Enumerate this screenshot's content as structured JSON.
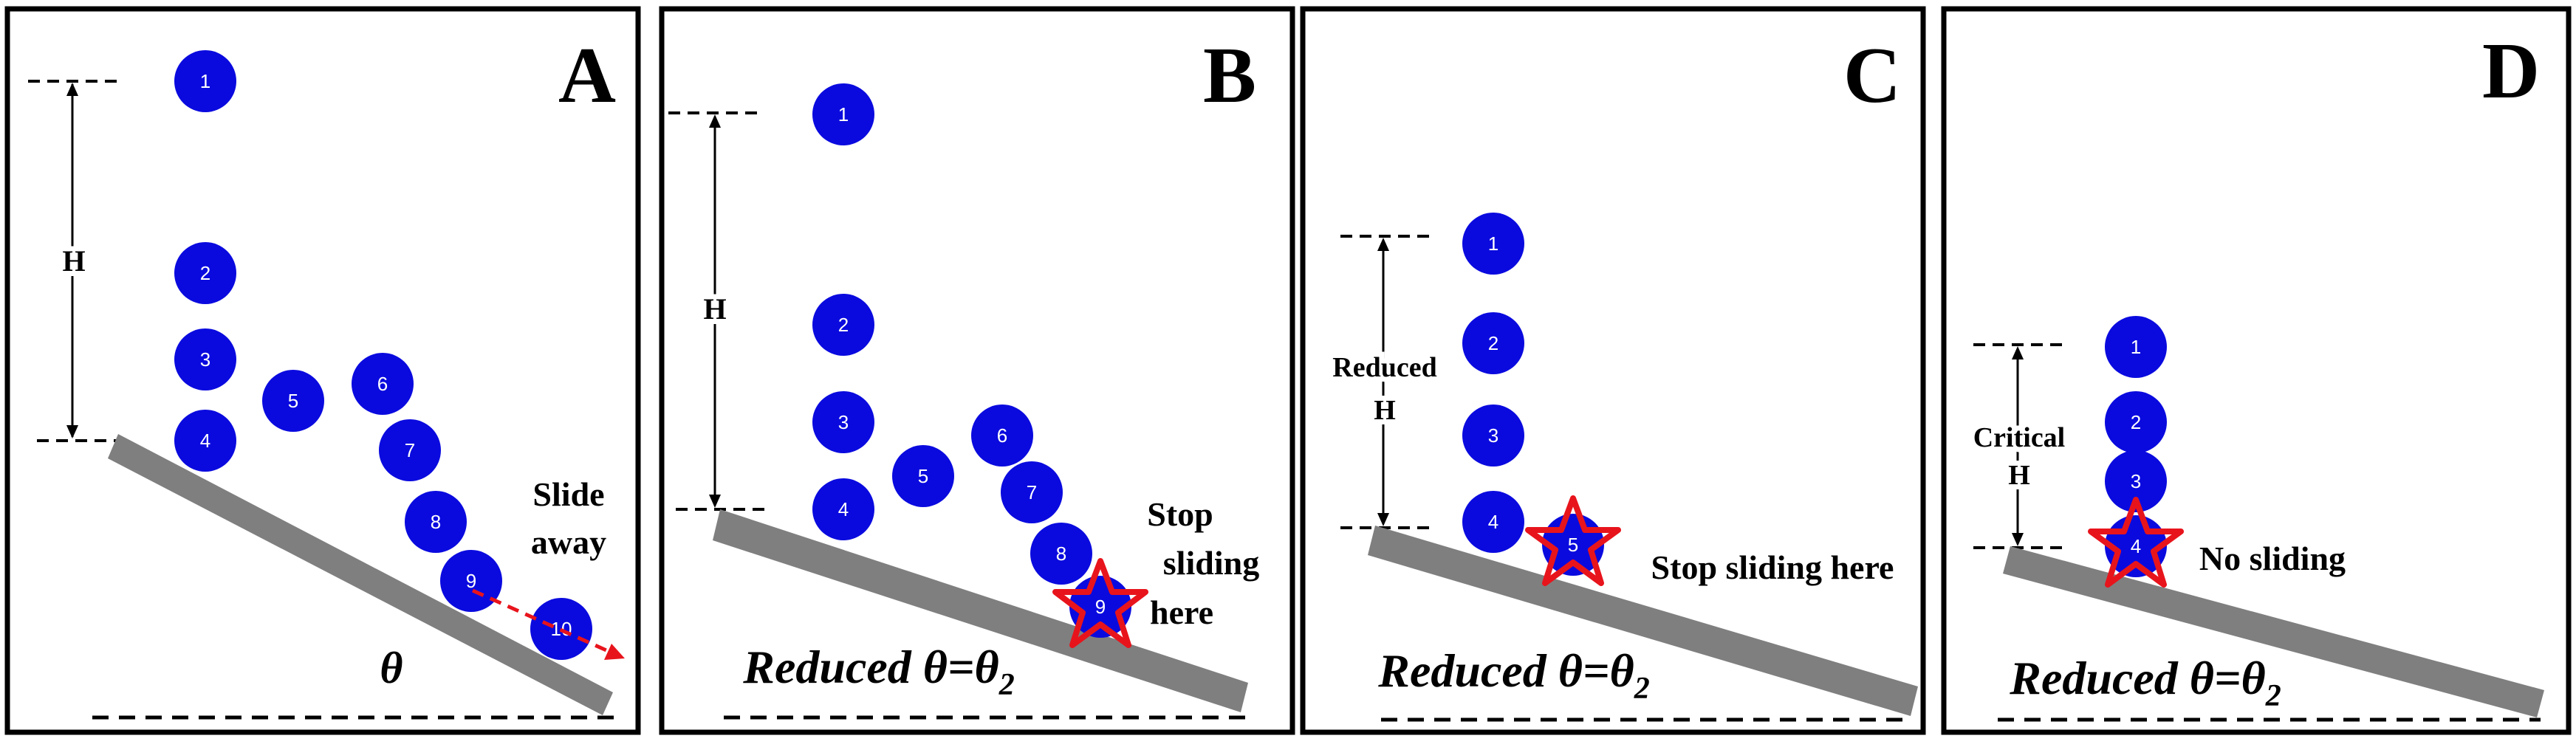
{
  "colors": {
    "ball": "#0a0adf",
    "star": "#e8141c",
    "plane": "#7f7f7f",
    "arrow": "#e8141c"
  },
  "panels": [
    {
      "letter": "A",
      "balls": [
        "1",
        "2",
        "3",
        "4",
        "5",
        "6",
        "7",
        "8",
        "9",
        "10"
      ],
      "height_label_lines": [
        "H"
      ],
      "note_lines": [
        "Slide",
        "away"
      ],
      "angle_label": "θ",
      "angle_sub": ""
    },
    {
      "letter": "B",
      "balls": [
        "1",
        "2",
        "3",
        "4",
        "5",
        "6",
        "7",
        "8",
        "9"
      ],
      "height_label_lines": [
        "H"
      ],
      "note_lines": [
        "Stop",
        "sliding",
        "here"
      ],
      "angle_label": "Reduced θ=θ",
      "angle_sub": "2"
    },
    {
      "letter": "C",
      "balls": [
        "1",
        "2",
        "3",
        "4",
        "5"
      ],
      "height_label_lines": [
        "Reduced",
        "H"
      ],
      "note_lines": [
        "Stop sliding here"
      ],
      "angle_label": "Reduced θ=θ",
      "angle_sub": "2"
    },
    {
      "letter": "D",
      "balls": [
        "1",
        "2",
        "3",
        "4"
      ],
      "height_label_lines": [
        "Critical",
        "H"
      ],
      "note_lines": [
        "No sliding"
      ],
      "angle_label": "Reduced θ=θ",
      "angle_sub": "2"
    }
  ]
}
